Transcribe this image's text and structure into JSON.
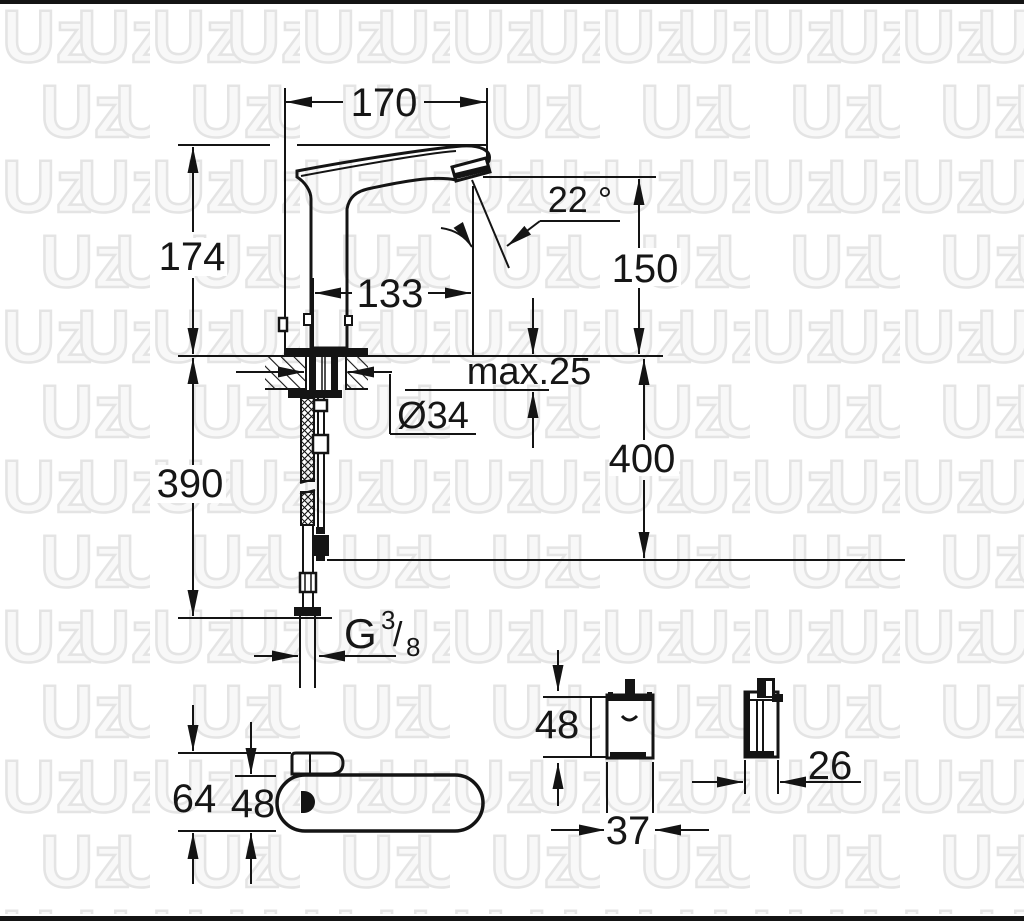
{
  "watermark": {
    "text": "Uz"
  },
  "drawing": {
    "dims": {
      "spout_reach": "170",
      "height_above_deck": "174",
      "spray_angle": "22 °",
      "outlet_height": "150",
      "outlet_offset": "133",
      "deck_thickness_max": "max.25",
      "hole_diameter": "Ø34",
      "hose_length": "400",
      "below_deck_length": "390",
      "thread_prefix": "G",
      "thread_numerator": "3",
      "thread_slash": "/",
      "thread_denominator": "8",
      "base_overall_depth": "64",
      "base_body_depth": "48",
      "box_height": "48",
      "box_width": "37",
      "box_depth": "26"
    }
  }
}
